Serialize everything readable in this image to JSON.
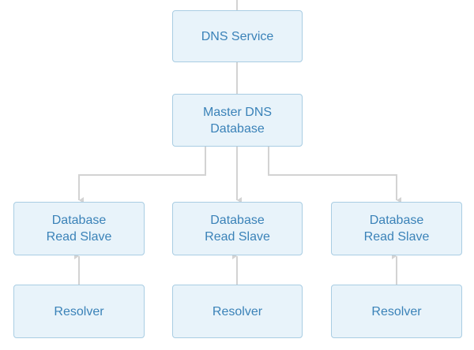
{
  "diagram": {
    "nodes": {
      "dns_service": {
        "label": "DNS Service"
      },
      "master_db": {
        "label": "Master DNS\nDatabase"
      },
      "read_slave_left": {
        "label": "Database\nRead Slave"
      },
      "read_slave_center": {
        "label": "Database\nRead Slave"
      },
      "read_slave_right": {
        "label": "Database\nRead Slave"
      },
      "resolver_left": {
        "label": "Resolver"
      },
      "resolver_center": {
        "label": "Resolver"
      },
      "resolver_right": {
        "label": "Resolver"
      }
    },
    "edges": [
      {
        "from": "top",
        "to": "dns_service"
      },
      {
        "from": "dns_service",
        "to": "master_db"
      },
      {
        "from": "master_db",
        "to": "read_slave_left"
      },
      {
        "from": "master_db",
        "to": "read_slave_center"
      },
      {
        "from": "master_db",
        "to": "read_slave_right"
      },
      {
        "from": "resolver_left",
        "to": "read_slave_left"
      },
      {
        "from": "resolver_center",
        "to": "read_slave_center"
      },
      {
        "from": "resolver_right",
        "to": "read_slave_right"
      }
    ],
    "colors": {
      "node_fill": "#e8f3fa",
      "node_border": "#a9cde3",
      "node_text": "#3a82b8",
      "connector": "#d3d3d3"
    }
  }
}
